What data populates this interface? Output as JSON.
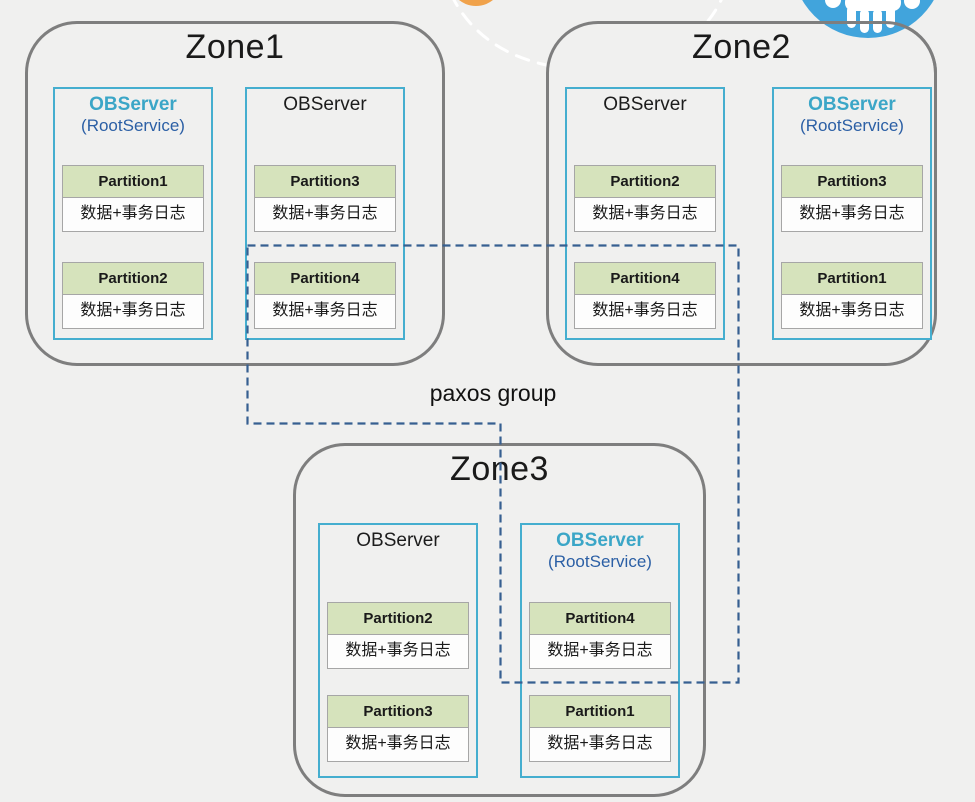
{
  "paxos": {
    "label": "paxos group"
  },
  "zones": [
    {
      "name": "Zone1",
      "servers": [
        {
          "title": "OBServer",
          "subtitle": "(RootService)",
          "partitions": [
            {
              "label": "Partition1",
              "detail": "数据+事务日志"
            },
            {
              "label": "Partition2",
              "detail": "数据+事务日志"
            }
          ]
        },
        {
          "title": "OBServer",
          "partitions": [
            {
              "label": "Partition3",
              "detail": "数据+事务日志"
            },
            {
              "label": "Partition4",
              "detail": "数据+事务日志"
            }
          ]
        }
      ]
    },
    {
      "name": "Zone2",
      "servers": [
        {
          "title": "OBServer",
          "partitions": [
            {
              "label": "Partition2",
              "detail": "数据+事务日志"
            },
            {
              "label": "Partition4",
              "detail": "数据+事务日志"
            }
          ]
        },
        {
          "title": "OBServer",
          "subtitle": "(RootService)",
          "partitions": [
            {
              "label": "Partition3",
              "detail": "数据+事务日志"
            },
            {
              "label": "Partition1",
              "detail": "数据+事务日志"
            }
          ]
        }
      ]
    },
    {
      "name": "Zone3",
      "servers": [
        {
          "title": "OBServer",
          "partitions": [
            {
              "label": "Partition2",
              "detail": "数据+事务日志"
            },
            {
              "label": "Partition3",
              "detail": "数据+事务日志"
            }
          ]
        },
        {
          "title": "OBServer",
          "subtitle": "(RootService)",
          "partitions": [
            {
              "label": "Partition4",
              "detail": "数据+事务日志"
            },
            {
              "label": "Partition1",
              "detail": "数据+事务日志"
            }
          ]
        }
      ]
    }
  ],
  "colors": {
    "canvas_bg": "#f0f0ef",
    "zone_border": "#7e7e7e",
    "server_border": "#45aecf",
    "accent_teal": "#3ba6c7",
    "accent_navy": "#2b5fa5",
    "partition_green": "#d6e3bc",
    "partition_border": "#a6a6a6",
    "paxos_blue": "#365f91",
    "orange_logo": "#f0a24b",
    "blue_logo": "#41a4dc"
  }
}
